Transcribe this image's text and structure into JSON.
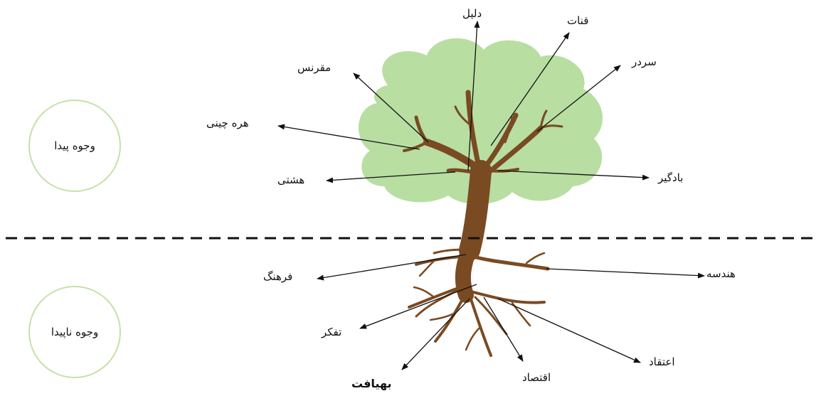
{
  "colors": {
    "canopy": "#b8dea2",
    "trunk": "#7a4a22",
    "circle_border": "#c6e0a8",
    "arrow": "#111111"
  },
  "circles": {
    "visible": "وجوه پیدا",
    "invisible": "وجوه ناپیدا"
  },
  "labels": {
    "dalil": "دلیل",
    "qanat": "قنات",
    "sardar": "سردر",
    "moqarnas": "مقرنس",
    "hereh_chini": "هره چینی",
    "hashti": "هشتی",
    "badgir": "بادگیر",
    "farhang": "فرهنگ",
    "hendese": "هندسه",
    "tafakkor": "تفکر",
    "eteqad": "اعتقاد",
    "eqtesad": "اقتصاد",
    "behyaft": "بهیافت"
  }
}
